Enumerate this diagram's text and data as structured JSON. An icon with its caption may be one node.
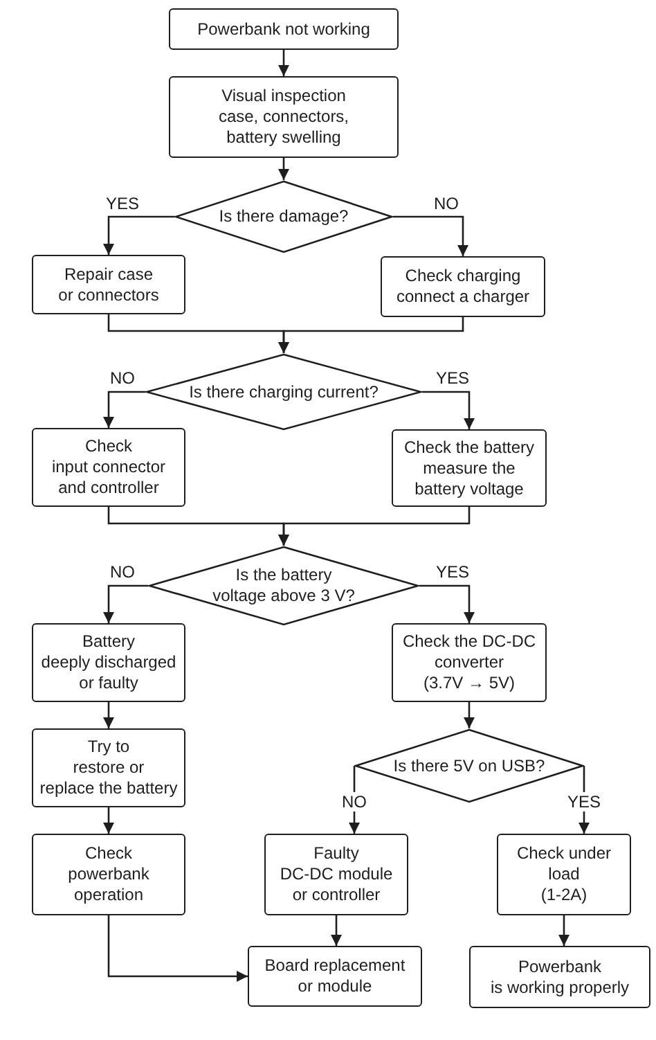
{
  "diagram": {
    "nodes": [
      {
        "text": [
          "Powerbank not working"
        ]
      },
      {
        "text": [
          "Visual inspection case, connectors, battery swelling"
        ]
      },
      {
        "text": [
          "Is there damage?"
        ]
      },
      {
        "text": [
          "Repair case or connectors"
        ]
      },
      {
        "text": [
          "Check charging connect a charger"
        ]
      },
      {
        "text": [
          "Is there charging current?"
        ]
      },
      {
        "text": [
          "Check input connector and controller"
        ]
      },
      {
        "text": [
          "Check the battery measure the battery voltage"
        ]
      },
      {
        "text": [
          "Is the battery voltage above 3 V?"
        ]
      },
      {
        "text": [
          "Battery deeply discharged or faulty"
        ]
      },
      {
        "text": [
          "Check the DC-DC converter (3.7V → 5V)"
        ]
      },
      {
        "text": [
          "Try to restore or replace the battery"
        ]
      },
      {
        "text": [
          "Is there 5V on USB?"
        ]
      },
      {
        "text": [
          "Check powerbank operation"
        ]
      },
      {
        "text": [
          "Faulty DC-DC module or controller"
        ]
      },
      {
        "text": [
          "Check under load (1-2A)"
        ]
      },
      {
        "text": [
          "Board replacement or module"
        ]
      },
      {
        "text": [
          "Powerbank is working properly"
        ]
      }
    ],
    "edges": [
      {
        "from": 0,
        "to": 1,
        "arrow": "to"
      },
      {
        "from": 1,
        "to": 2,
        "arrow": "to"
      },
      {
        "from": 2,
        "to": 3,
        "arrow": "to",
        "label": "YES"
      },
      {
        "from": 2,
        "to": 4,
        "arrow": "to",
        "label": "NO"
      },
      {
        "from": 3,
        "to": 5,
        "arrow": "to"
      },
      {
        "from": 4,
        "to": 5,
        "arrow": "to"
      },
      {
        "from": 5,
        "to": 6,
        "arrow": "to",
        "label": "NO"
      },
      {
        "from": 5,
        "to": 7,
        "arrow": "to",
        "label": "YES"
      },
      {
        "from": 6,
        "to": 8,
        "arrow": "to"
      },
      {
        "from": 7,
        "to": 8,
        "arrow": "to"
      },
      {
        "from": 8,
        "to": 9,
        "arrow": "to",
        "label": "NO"
      },
      {
        "from": 8,
        "to": 10,
        "arrow": "to",
        "label": "YES"
      },
      {
        "from": 9,
        "to": 11,
        "arrow": "to"
      },
      {
        "from": 10,
        "to": 12,
        "arrow": "to"
      },
      {
        "from": 11,
        "to": 13,
        "arrow": "to"
      },
      {
        "from": 12,
        "to": 14,
        "arrow": "to",
        "label": "NO"
      },
      {
        "from": 12,
        "to": 15,
        "arrow": "to",
        "label": "YES"
      },
      {
        "from": 13,
        "to": 16,
        "arrow": "to"
      },
      {
        "from": 14,
        "to": 16,
        "arrow": "to"
      },
      {
        "from": 15,
        "to": 17,
        "arrow": "to"
      }
    ]
  }
}
